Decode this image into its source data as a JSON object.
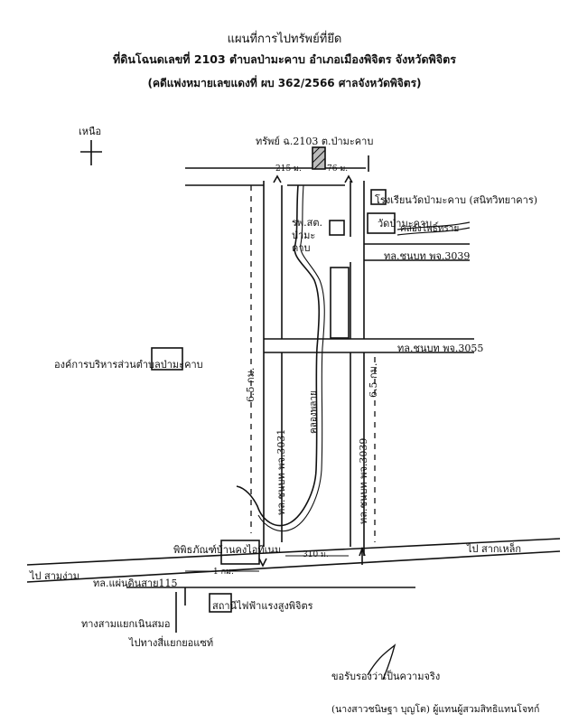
{
  "header": {
    "title": "แผนที่การไปทรัพย์ที่ยึด",
    "subtitle": "ที่ดินโฉนดเลขที่ 2103 ตำบลป่ามะคาบ อำเภอเมืองพิจิตร จังหวัดพิจิตร",
    "case": "(คดีแพ่งหมายเลขแดงที่ ผบ 362/2566 ศาลจังหวัดพิจิตร)"
  },
  "map": {
    "north_label": "เหนือ",
    "property_label": "ทรัพย์ ฉ.2103 ต.ป่ามะคาบ",
    "dist_west": "215 ม.",
    "dist_east": "76 ม.",
    "school": "โรงเรียนวัดป่ามะคาบ (สนิทวิทยาคาร)",
    "hospital": "รพ.สต. ป่ามะคาบ",
    "temple": "วัดป่ามะคาบ",
    "canal_top": "คลองโพธิ์ทราย",
    "road_3039_top": "ทล.ชนบท พจ.3039",
    "road_3055": "ทล.ชนบท พจ.3055",
    "sao": "องค์การบริหารส่วนตำบลป่ามะคาบ",
    "dist_west_vertical": "6.5 กม.",
    "dist_east_vertical": "6.5 กม.",
    "canal_mid": "คลองพลาย",
    "road_3031": "ทล.ชนบท พจ.3031",
    "road_3039_side": "ทล.ชนบท พจ.3039",
    "museum": "พิพิธภัณฑ์บ้านคงไอทีเนม",
    "dist_1km": "1 กม.",
    "dist_310": "310 ม.",
    "to_samngam": "ไป สามง่าม",
    "highway_115": "ทล.แผ่นดินสาย115",
    "to_saklek": "ไป สากเหล็ก",
    "power_station": "สถานีไฟฟ้าแรงสูงพิจิตร",
    "junction_noen": "ทางสามแยกเนินสมอ",
    "to_four_way": "ไปทางสี่แยกยอแซท์"
  },
  "footer": {
    "certify": "ขอรับรองว่าเป็นความจริง",
    "signer": "(นางสาวชนิษฐา บุญโต) ผู้แทนผู้สวมสิทธิแทนโจทก์"
  }
}
